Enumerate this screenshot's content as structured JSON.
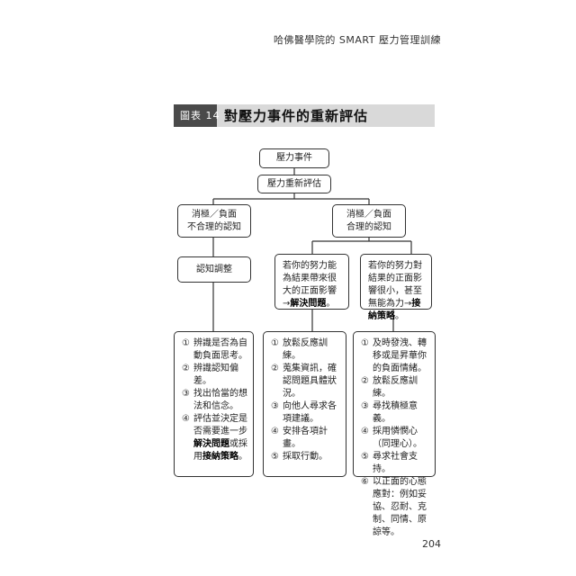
{
  "header": {
    "running_title": "哈佛醫學院的 SMART 壓力管理訓練"
  },
  "figure": {
    "tag": "圖表 14",
    "title": "對壓力事件的重新評估"
  },
  "nodes": {
    "stress_event": "壓力事件",
    "reappraisal": "壓力重新評估",
    "negative": {
      "line1": "消極／負面",
      "line2": "不合理的認知"
    },
    "positive": {
      "line1": "消極／負面",
      "line2": "合理的認知"
    },
    "cognitive_adjust": "認知調整",
    "solve": {
      "pre": "若你的努力能為結果帶來很大的正面影響→",
      "bold": "解決問題",
      "post": "。"
    },
    "accept": {
      "pre": "若你的努力對結果的正面影響很小，甚至無能為力→",
      "bold": "接納策略",
      "post": "。"
    }
  },
  "lists": {
    "cognitive": [
      {
        "num": "①",
        "text": "辨識是否為自動負面思考。"
      },
      {
        "num": "②",
        "text": "辨識認知偏差。"
      },
      {
        "num": "③",
        "text": "找出恰當的想法和信念。"
      },
      {
        "num": "④",
        "pre": "評估並決定是否需要進一步",
        "bold1": "解決問題",
        "mid": "或採用",
        "bold2": "接納策略",
        "post": "。"
      }
    ],
    "solve": [
      {
        "num": "①",
        "text": "放鬆反應訓練。"
      },
      {
        "num": "②",
        "text": "蒐集資訊，確認問題具體狀況。"
      },
      {
        "num": "③",
        "text": "向他人尋求各項建議。"
      },
      {
        "num": "④",
        "text": "安排各項計畫。"
      },
      {
        "num": "⑤",
        "text": "採取行動。"
      }
    ],
    "accept": [
      {
        "num": "①",
        "text": "及時發洩、轉移或是昇華你的負面情緒。"
      },
      {
        "num": "②",
        "text": "放鬆反應訓練。"
      },
      {
        "num": "③",
        "text": "尋找積極意義。"
      },
      {
        "num": "④",
        "text": "採用憐憫心（同理心）。"
      },
      {
        "num": "⑤",
        "text": "尋求社會支持。"
      },
      {
        "num": "⑥",
        "text": "以正面的心態應對：例如妥協、忍耐、克制、同情、原諒等。"
      }
    ]
  },
  "page_number": "204"
}
